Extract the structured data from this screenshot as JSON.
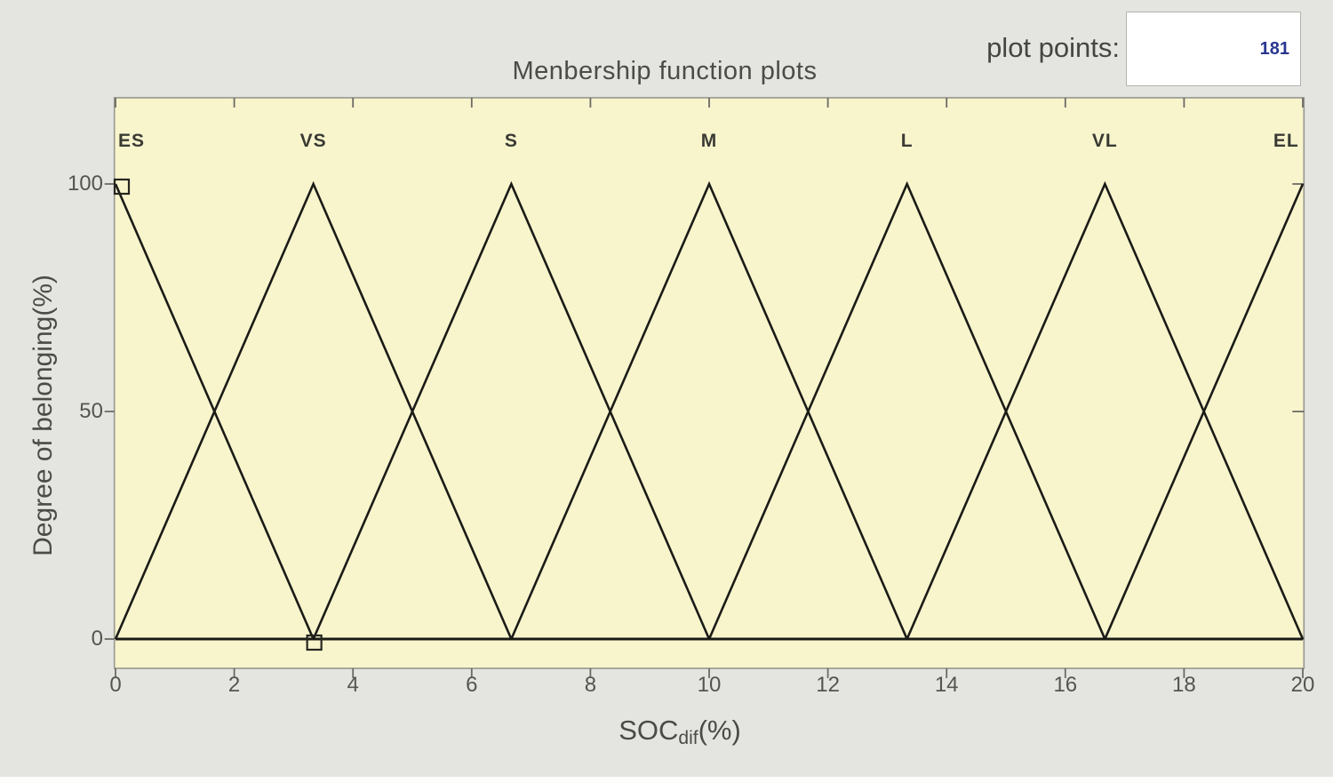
{
  "header": {
    "plot_points_label": "plot points:",
    "plot_points_value": "181"
  },
  "chart_data": {
    "type": "line",
    "title": "Menbership function plots",
    "ylabel": "Degree of belonging(%)",
    "xlabel": {
      "main": "SOC",
      "sub": "dif",
      "unit": "(%)"
    },
    "xlim": [
      0,
      20
    ],
    "ylim": [
      0,
      100
    ],
    "x_ticks": [
      0,
      2,
      4,
      6,
      8,
      10,
      12,
      14,
      16,
      18,
      20
    ],
    "y_ticks": [
      0,
      50,
      100
    ],
    "grid": false,
    "legend": "labels-above-peaks",
    "plot_bg_color": "#f8f5cd",
    "plot_border_color": "#97968e",
    "line_color": "#1b1b17",
    "accent_value_color": "#29368f",
    "baseline_y": 0,
    "series": [
      {
        "name": "ES",
        "shape": "triangular",
        "points": [
          [
            0,
            100
          ],
          [
            3.333,
            0
          ]
        ],
        "label_x": 0.27
      },
      {
        "name": "VS",
        "shape": "triangular",
        "points": [
          [
            0,
            0
          ],
          [
            3.333,
            100
          ],
          [
            6.667,
            0
          ]
        ],
        "label_x": 3.333
      },
      {
        "name": "S",
        "shape": "triangular",
        "points": [
          [
            3.333,
            0
          ],
          [
            6.667,
            100
          ],
          [
            10,
            0
          ]
        ],
        "label_x": 6.667
      },
      {
        "name": "M",
        "shape": "triangular",
        "points": [
          [
            6.667,
            0
          ],
          [
            10,
            100
          ],
          [
            13.333,
            0
          ]
        ],
        "label_x": 10
      },
      {
        "name": "L",
        "shape": "triangular",
        "points": [
          [
            10,
            0
          ],
          [
            13.333,
            100
          ],
          [
            16.667,
            0
          ]
        ],
        "label_x": 13.333
      },
      {
        "name": "VL",
        "shape": "triangular",
        "points": [
          [
            13.333,
            0
          ],
          [
            16.667,
            100
          ],
          [
            20,
            0
          ]
        ],
        "label_x": 16.667
      },
      {
        "name": "EL",
        "shape": "triangular",
        "points": [
          [
            16.667,
            0
          ],
          [
            20,
            100
          ]
        ],
        "label_x": 19.72
      }
    ],
    "selection_handles": [
      {
        "shape": "open-square",
        "x": 0,
        "y": 100
      },
      {
        "shape": "open-square",
        "x": 3.333,
        "y": 0
      }
    ]
  }
}
